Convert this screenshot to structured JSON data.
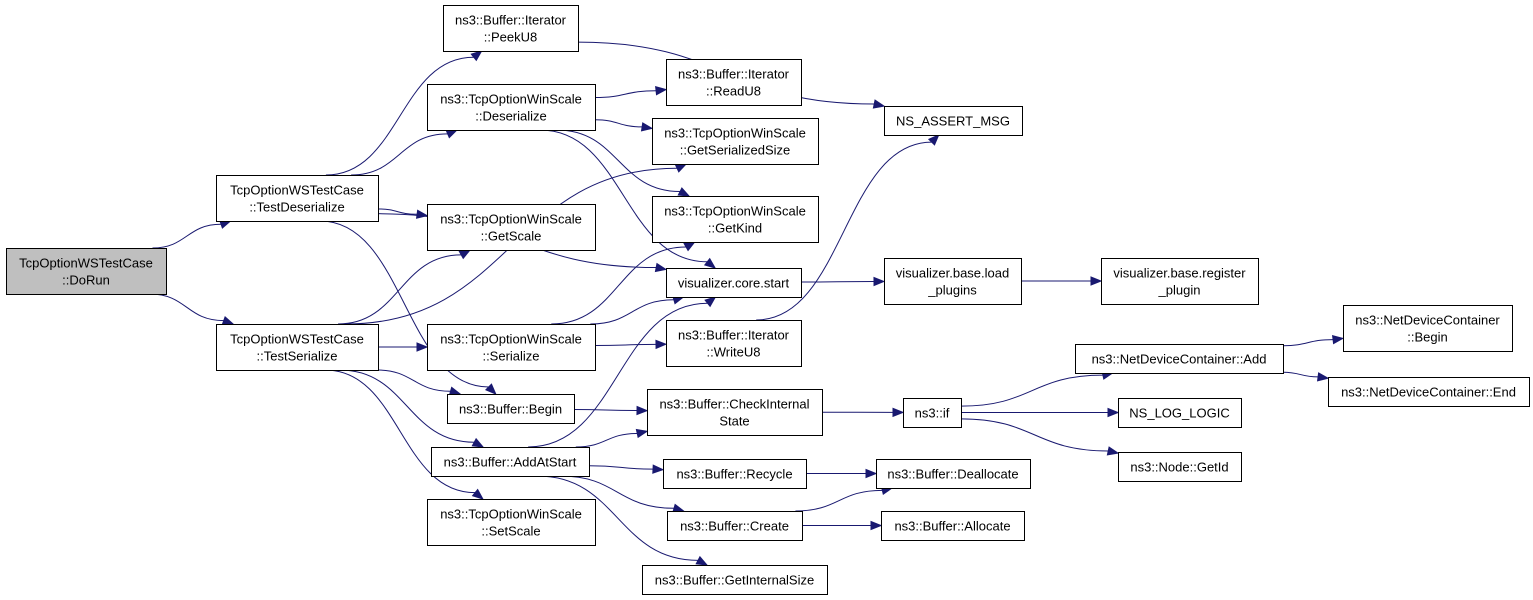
{
  "diagram": {
    "type": "call-graph",
    "colors": {
      "edge": "#191970",
      "root_fill": "#bfbfbf",
      "node_fill": "#ffffff",
      "border": "#000000"
    },
    "nodes": [
      {
        "id": "dorun",
        "lines": [
          "TcpOptionWSTestCase",
          "::DoRun"
        ],
        "root": true
      },
      {
        "id": "testdeser",
        "lines": [
          "TcpOptionWSTestCase",
          "::TestDeserialize"
        ]
      },
      {
        "id": "testser",
        "lines": [
          "TcpOptionWSTestCase",
          "::TestSerialize"
        ]
      },
      {
        "id": "peeku8",
        "lines": [
          "ns3::Buffer::Iterator",
          "::PeekU8"
        ]
      },
      {
        "id": "deser",
        "lines": [
          "ns3::TcpOptionWinScale",
          "::Deserialize"
        ]
      },
      {
        "id": "getscale",
        "lines": [
          "ns3::TcpOptionWinScale",
          "::GetScale"
        ]
      },
      {
        "id": "ser",
        "lines": [
          "ns3::TcpOptionWinScale",
          "::Serialize"
        ]
      },
      {
        "id": "begin",
        "lines": [
          "ns3::Buffer::Begin"
        ]
      },
      {
        "id": "addatstart",
        "lines": [
          "ns3::Buffer::AddAtStart"
        ]
      },
      {
        "id": "setscale",
        "lines": [
          "ns3::TcpOptionWinScale",
          "::SetScale"
        ]
      },
      {
        "id": "readu8",
        "lines": [
          "ns3::Buffer::Iterator",
          "::ReadU8"
        ]
      },
      {
        "id": "getsersize",
        "lines": [
          "ns3::TcpOptionWinScale",
          "::GetSerializedSize"
        ]
      },
      {
        "id": "getkind",
        "lines": [
          "ns3::TcpOptionWinScale",
          "::GetKind"
        ]
      },
      {
        "id": "vizstart",
        "lines": [
          "visualizer.core.start"
        ]
      },
      {
        "id": "writeu8",
        "lines": [
          "ns3::Buffer::Iterator",
          "::WriteU8"
        ]
      },
      {
        "id": "checkstate",
        "lines": [
          "ns3::Buffer::CheckInternal",
          "State"
        ]
      },
      {
        "id": "recycle",
        "lines": [
          "ns3::Buffer::Recycle"
        ]
      },
      {
        "id": "create",
        "lines": [
          "ns3::Buffer::Create"
        ]
      },
      {
        "id": "getintsize",
        "lines": [
          "ns3::Buffer::GetInternalSize"
        ]
      },
      {
        "id": "assert",
        "lines": [
          "NS_ASSERT_MSG"
        ]
      },
      {
        "id": "loadplugins",
        "lines": [
          "visualizer.base.load",
          "_plugins"
        ]
      },
      {
        "id": "regplugin",
        "lines": [
          "visualizer.base.register",
          "_plugin"
        ]
      },
      {
        "id": "nsif",
        "lines": [
          "ns3::if"
        ]
      },
      {
        "id": "dealloc",
        "lines": [
          "ns3::Buffer::Deallocate"
        ]
      },
      {
        "id": "alloc",
        "lines": [
          "ns3::Buffer::Allocate"
        ]
      },
      {
        "id": "ndcadd",
        "lines": [
          "ns3::NetDeviceContainer::Add"
        ]
      },
      {
        "id": "loglogic",
        "lines": [
          "NS_LOG_LOGIC"
        ]
      },
      {
        "id": "getid",
        "lines": [
          "ns3::Node::GetId"
        ]
      },
      {
        "id": "ndcbegin",
        "lines": [
          "ns3::NetDeviceContainer",
          "::Begin"
        ]
      },
      {
        "id": "ndcend",
        "lines": [
          "ns3::NetDeviceContainer::End"
        ]
      }
    ],
    "edges": [
      [
        "dorun",
        "testdeser"
      ],
      [
        "dorun",
        "testser"
      ],
      [
        "testdeser",
        "peeku8"
      ],
      [
        "testdeser",
        "deser"
      ],
      [
        "testdeser",
        "getscale"
      ],
      [
        "testdeser",
        "vizstart"
      ],
      [
        "testdeser",
        "begin"
      ],
      [
        "testser",
        "getscale"
      ],
      [
        "testser",
        "getsersize"
      ],
      [
        "testser",
        "ser"
      ],
      [
        "testser",
        "begin"
      ],
      [
        "testser",
        "addatstart"
      ],
      [
        "testser",
        "setscale"
      ],
      [
        "peeku8",
        "assert"
      ],
      [
        "deser",
        "readu8"
      ],
      [
        "deser",
        "getsersize"
      ],
      [
        "deser",
        "getkind"
      ],
      [
        "deser",
        "vizstart"
      ],
      [
        "ser",
        "getkind"
      ],
      [
        "ser",
        "vizstart"
      ],
      [
        "ser",
        "writeu8"
      ],
      [
        "begin",
        "checkstate"
      ],
      [
        "addatstart",
        "vizstart"
      ],
      [
        "addatstart",
        "checkstate"
      ],
      [
        "addatstart",
        "recycle"
      ],
      [
        "addatstart",
        "create"
      ],
      [
        "addatstart",
        "getintsize"
      ],
      [
        "vizstart",
        "loadplugins"
      ],
      [
        "loadplugins",
        "regplugin"
      ],
      [
        "writeu8",
        "assert"
      ],
      [
        "checkstate",
        "nsif"
      ],
      [
        "recycle",
        "dealloc"
      ],
      [
        "create",
        "dealloc"
      ],
      [
        "create",
        "alloc"
      ],
      [
        "nsif",
        "ndcadd"
      ],
      [
        "nsif",
        "loglogic"
      ],
      [
        "nsif",
        "getid"
      ],
      [
        "ndcadd",
        "ndcbegin"
      ],
      [
        "ndcadd",
        "ndcend"
      ]
    ]
  }
}
